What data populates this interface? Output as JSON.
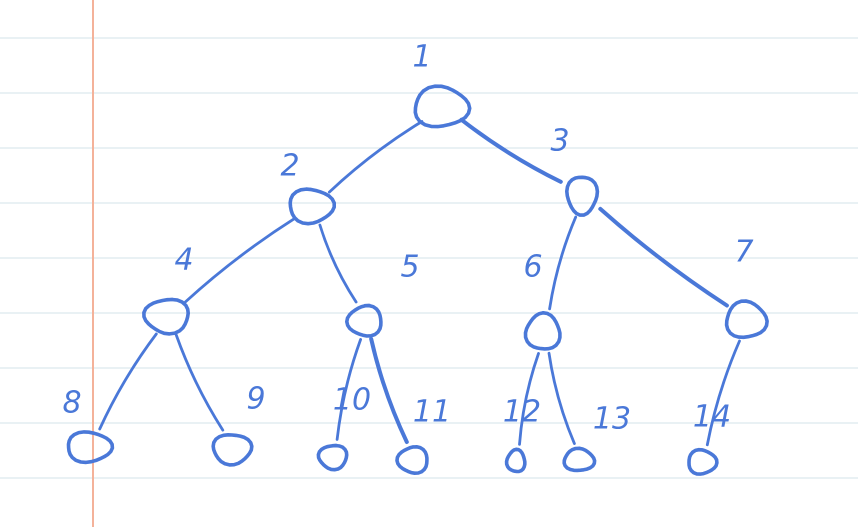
{
  "ink_color": "#4a78d8",
  "ruled_line_color": "#d3e3ea",
  "margin_line_color": "#f4b29a",
  "tree": {
    "nodes": [
      {
        "id": 1,
        "label": "1"
      },
      {
        "id": 2,
        "label": "2"
      },
      {
        "id": 3,
        "label": "3"
      },
      {
        "id": 4,
        "label": "4"
      },
      {
        "id": 5,
        "label": "5"
      },
      {
        "id": 6,
        "label": "6"
      },
      {
        "id": 7,
        "label": "7"
      },
      {
        "id": 8,
        "label": "8"
      },
      {
        "id": 9,
        "label": "9"
      },
      {
        "id": 10,
        "label": "10"
      },
      {
        "id": 11,
        "label": "11"
      },
      {
        "id": 12,
        "label": "12"
      },
      {
        "id": 13,
        "label": "13"
      },
      {
        "id": 14,
        "label": "14"
      }
    ],
    "edges": [
      [
        1,
        2
      ],
      [
        1,
        3
      ],
      [
        2,
        4
      ],
      [
        2,
        5
      ],
      [
        3,
        6
      ],
      [
        3,
        7
      ],
      [
        4,
        8
      ],
      [
        4,
        9
      ],
      [
        5,
        10
      ],
      [
        5,
        11
      ],
      [
        6,
        12
      ],
      [
        6,
        13
      ],
      [
        7,
        14
      ]
    ]
  }
}
